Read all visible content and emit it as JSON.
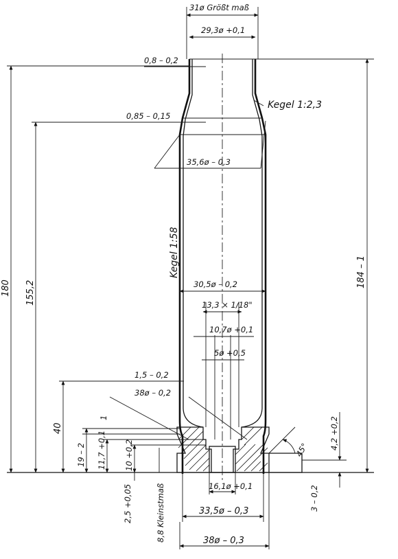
{
  "labels": {
    "max_diameter": "31ø Größt maß",
    "neck_diameter": "29,3ø +0,1",
    "neck_wall": "0,8 – 0,2",
    "cone_taper": "Kegel 1:2,3",
    "shoulder_wall": "0,85 – 0,15",
    "shoulder_diameter": "35,6ø – 0,3",
    "body_taper": "Kegel 1:58",
    "inner_diameter": "30,5ø – 0,2",
    "thread": "13,3 × 1/18\"",
    "bore_diameter": "10,7ø +0,1",
    "flash_hole": "5ø +0,5",
    "base_wall": "1,5 – 0,2",
    "base_inner_diameter": "38ø – 0,2",
    "length_total": "180",
    "length_shoulder": "155,2",
    "length_overall": "184 – 1",
    "height_base": "40",
    "height_19": "19 – 2",
    "height_11_7": "11,7 +0,1",
    "height_10": "10 +0,2",
    "height_1": "1",
    "height_2_5": "2,5 +0,05",
    "height_8_8": "8,8 Kleinstmaß",
    "chamfer_angle": "45°",
    "rim_height": "4,2 +0,2",
    "rim_thickness": "3 – 0,2",
    "primer_pocket": "16,1ø +0,1",
    "rim_diameter": "33,5ø – 0,3",
    "base_diameter": "38ø – 0,3"
  }
}
